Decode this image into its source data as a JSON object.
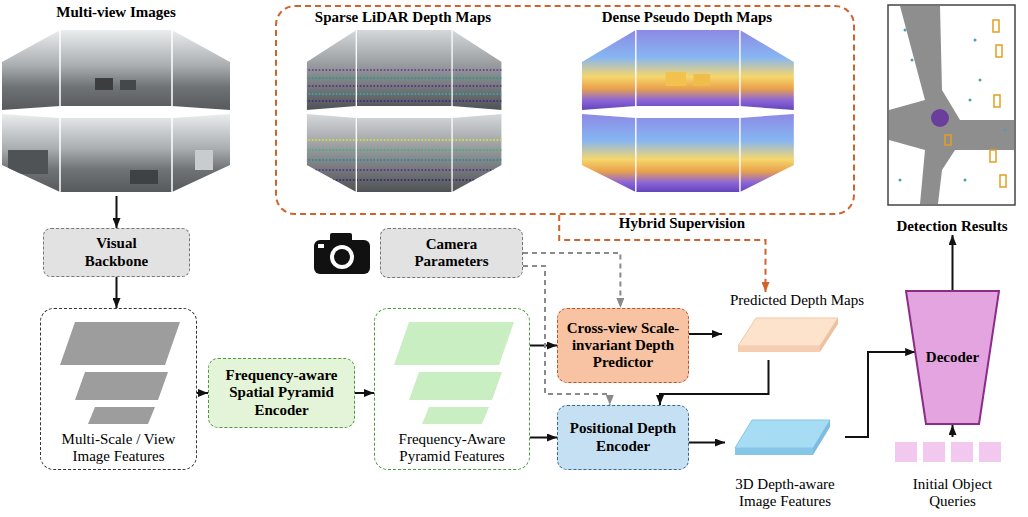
{
  "diagram": {
    "nodes": [
      {
        "text": [
          "Multi-view Images"
        ]
      },
      {
        "text": [
          "Hybrid Supervision"
        ]
      },
      {
        "text": [
          "Sparse LiDAR Depth Maps"
        ],
        "in": 1
      },
      {
        "text": [
          "Dense Pseudo Depth Maps"
        ],
        "in": 1
      },
      {
        "text": [
          "Detection Results"
        ]
      },
      {
        "text": [
          "Visual Backbone"
        ]
      },
      {
        "text": [
          "Camera Parameters"
        ]
      },
      {
        "text": [
          "Multi-Scale / View Image Features"
        ]
      },
      {
        "text": [
          "Frequency-aware Spatial Pyramid Encoder"
        ]
      },
      {
        "text": [
          "Frequency-Aware Pyramid Features"
        ]
      },
      {
        "text": [
          "Cross-view Scale-invariant Depth Predictor"
        ]
      },
      {
        "text": [
          "Predicted Depth Maps"
        ]
      },
      {
        "text": [
          "Positional Depth Encoder"
        ]
      },
      {
        "text": [
          "3D Depth-aware Image Features"
        ]
      },
      {
        "text": [
          "Decoder"
        ]
      },
      {
        "text": [
          "Initial Object Queries"
        ]
      }
    ],
    "edges": [
      {
        "from": 0,
        "to": 5,
        "arrow": "to"
      },
      {
        "from": 5,
        "to": 7,
        "arrow": "to"
      },
      {
        "from": 7,
        "to": 8,
        "arrow": "to"
      },
      {
        "from": 8,
        "to": 9,
        "arrow": "to"
      },
      {
        "from": 9,
        "to": 10,
        "arrow": "to"
      },
      {
        "from": 9,
        "to": 12,
        "arrow": "to"
      },
      {
        "from": 6,
        "to": 10,
        "arrow": "to"
      },
      {
        "from": 6,
        "to": 12,
        "arrow": "to"
      },
      {
        "from": 1,
        "to": 11,
        "arrow": "to"
      },
      {
        "from": 10,
        "to": 11,
        "arrow": "to"
      },
      {
        "from": 11,
        "to": 12,
        "arrow": "to"
      },
      {
        "from": 12,
        "to": 13,
        "arrow": "to"
      },
      {
        "from": 13,
        "to": 14,
        "arrow": "to"
      },
      {
        "from": 15,
        "to": 14,
        "arrow": "to"
      },
      {
        "from": 14,
        "to": 4,
        "arrow": "to"
      }
    ]
  }
}
